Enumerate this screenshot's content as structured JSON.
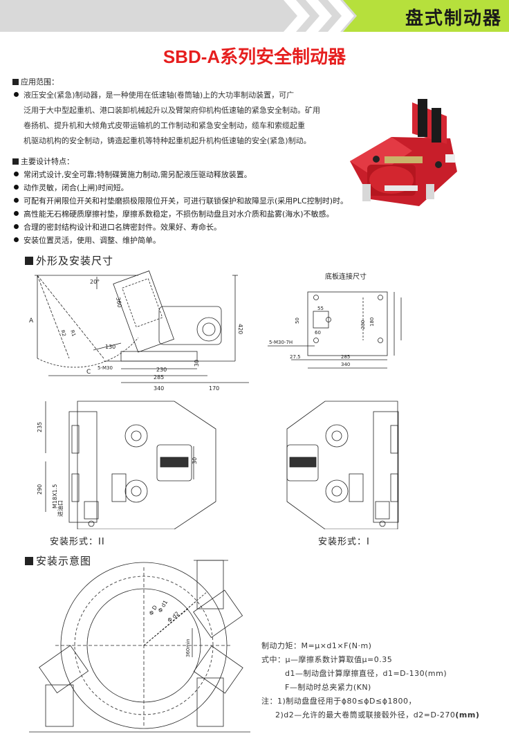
{
  "header": {
    "title": "盘式制动器"
  },
  "product_title": "SBD-A系列安全制动器",
  "application": {
    "heading": "应用范围：",
    "lines": [
      "液压安全(紧急)制动器，是一种使用在低速轴(卷筒轴)上的大功率制动装置，可广",
      "泛用于大中型起重机、港口装卸机械起升以及臂架府仰机构低速轴的紧急安全制动。矿用",
      "卷扬机、提升机和大倾角式皮带运输机的工作制动和紧急安全制动，缆车和索缆起重",
      "机驱动机构的安全制动，铸造起重机等特种起重机起升机构低速轴的安全(紧急)制动。"
    ]
  },
  "features": {
    "heading": "主要设计特点：",
    "items": [
      "常闭式设计,安全可靠;特制碟簧施力制动,需另配液压驱动释放装置。",
      "动作灵敏，闭合(上闸)时间短。",
      "可配有开闸限位开关和衬垫磨损极限限位开关，可进行联锁保护和故障显示(采用PLC控制时)时。",
      "高性能无石棉硬质摩擦衬垫，摩擦系数稳定，不损伤制动盘且对水介质和盐雾(海水)不敏感。",
      "合理的密封结构设计和进口名牌密封件。效果好、寿命长。",
      "安装位置灵活，使用、调整、维护简单。"
    ]
  },
  "dimensions": {
    "heading": "外形及安装尺寸",
    "base_title": "底板连接尺寸",
    "labels": {
      "a": "A",
      "c": "C",
      "angle": "20°",
      "d360": "360",
      "d420": "420",
      "d130": "130",
      "d30": "30",
      "d230": "230",
      "d285": "285",
      "d340": "340",
      "d170": "170",
      "bolt": "5-M30",
      "r1": "R1",
      "r2": "R2",
      "b55": "55",
      "b50": "50",
      "b60": "60",
      "b230": "230",
      "b180": "180",
      "bbolt": "5-M30-7H",
      "b275": "27.5",
      "b285": "285",
      "b340": "340",
      "s235": "235",
      "s290": "290",
      "s30": "30",
      "oil_inlet": "进油口",
      "oil_thread": "M18X1.5"
    }
  },
  "install_forms": {
    "form2": "安装形式：II",
    "form1": "安装形式：I"
  },
  "schematic": {
    "heading": "安装示意图",
    "d_label": "Φ D",
    "d1_label": "Φ d1",
    "d2_label": "Φ d2",
    "offset_label": "360min"
  },
  "formula": {
    "line1": "制动力矩：M=μ×d1×F(N·m)",
    "line2": "式中：μ—摩擦系数计算取值μ=0.35",
    "line3": "d1—制动盘计算摩擦直径，d1=D-130(mm)",
    "line4": "F—制动时总夹紧力(KN)",
    "line5": "注：1)制动盘盘径用于ϕ80≤ϕD≤ϕ1800，",
    "line6": "2)d2—允许的最大卷筒或联接毂外径，d2=D-270",
    "line6_unit": "(mm)"
  },
  "colors": {
    "accent_red": "#e61e1e",
    "header_green": "#b6e03c",
    "header_gray": "#d9d9d9",
    "product_red": "#d0202c"
  }
}
